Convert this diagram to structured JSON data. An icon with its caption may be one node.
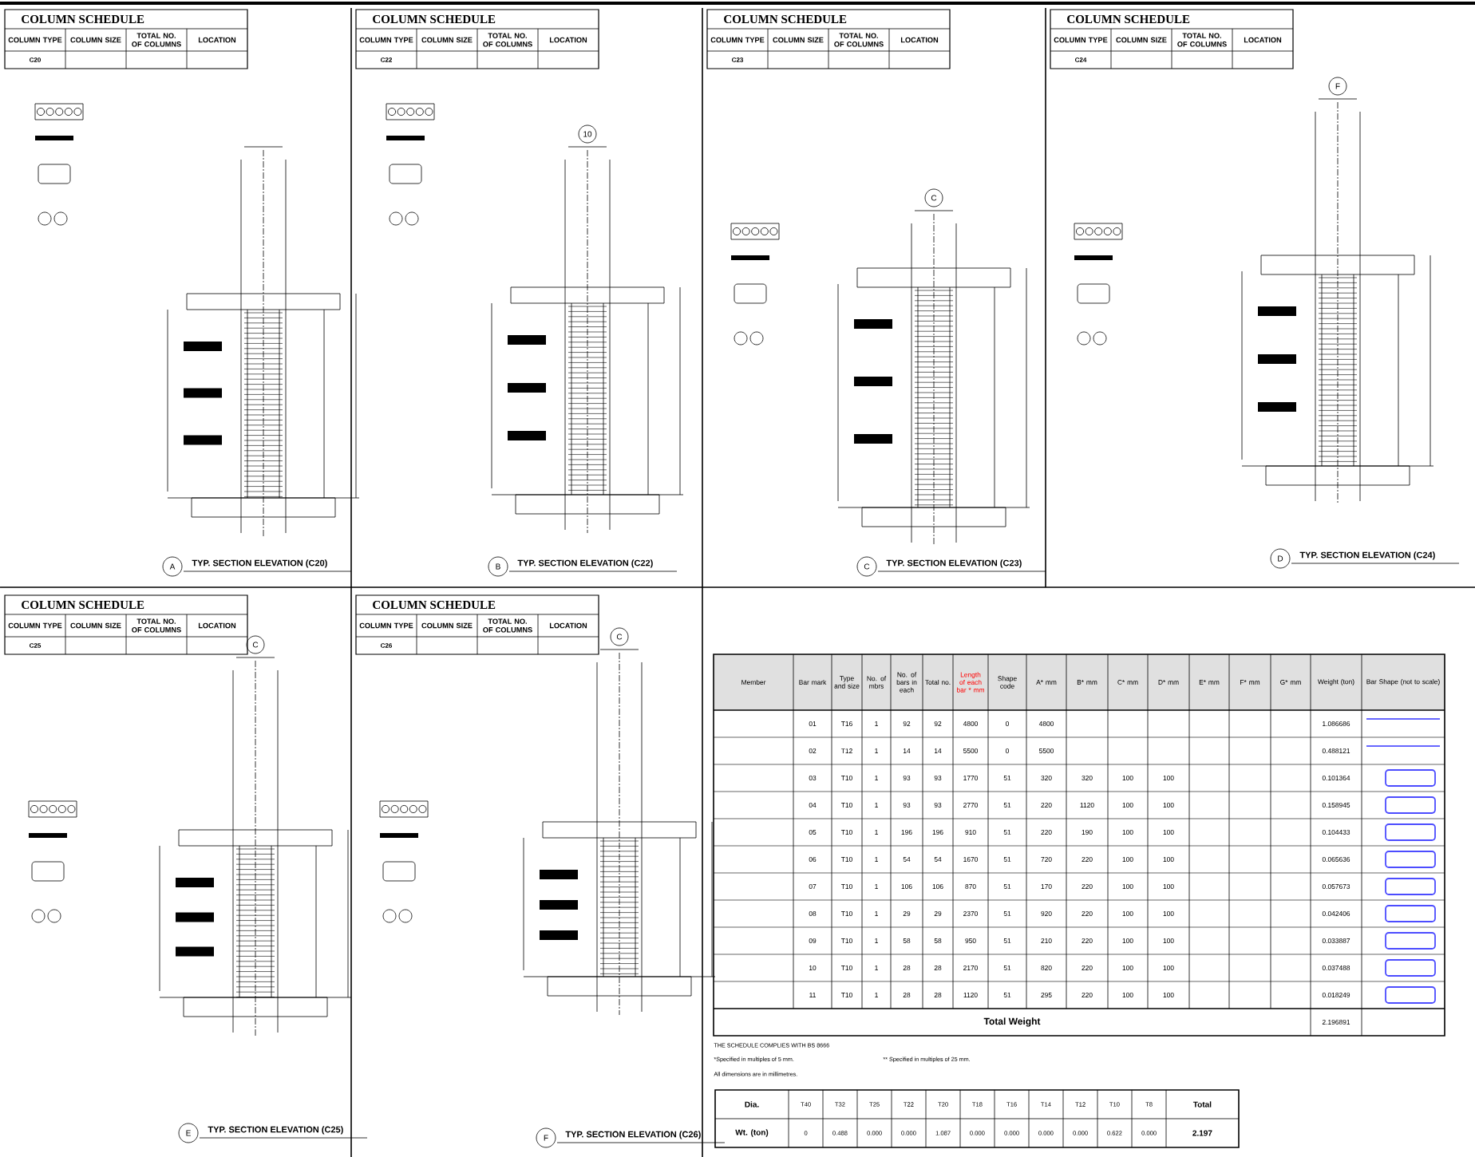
{
  "diagram": {
    "labels": [
      "COLUMN SCHEDULE",
      "COLUMN TYPE",
      "COLUMN SIZE",
      "TOTAL NO. OF COLUMNS",
      "LOCATION",
      "C20",
      "A",
      "TYP. SECTION ELEVATION (C20)",
      "COLUMN SCHEDULE",
      "COLUMN TYPE",
      "COLUMN SIZE",
      "TOTAL NO. OF COLUMNS",
      "LOCATION",
      "C22",
      "10",
      "B",
      "TYP. SECTION ELEVATION (C22)",
      "COLUMN SCHEDULE",
      "COLUMN TYPE",
      "COLUMN SIZE",
      "TOTAL NO. OF COLUMNS",
      "LOCATION",
      "C23",
      "C",
      "C",
      "TYP. SECTION ELEVATION (C23)",
      "COLUMN SCHEDULE",
      "COLUMN TYPE",
      "COLUMN SIZE",
      "TOTAL NO. OF COLUMNS",
      "LOCATION",
      "C24",
      "F",
      "D",
      "TYP. SECTION ELEVATION (C24)",
      "COLUMN SCHEDULE",
      "COLUMN TYPE",
      "COLUMN SIZE",
      "TOTAL NO. OF COLUMNS",
      "LOCATION",
      "C25",
      "C",
      "E",
      "TYP. SECTION ELEVATION (C25)",
      "COLUMN SCHEDULE",
      "COLUMN TYPE",
      "COLUMN SIZE",
      "TOTAL NO. OF COLUMNS",
      "LOCATION",
      "C26",
      "C",
      "F",
      "TYP. SECTION ELEVATION (C26)",
      "Member",
      "Bar mark",
      "Type and size",
      "No. of mbrs",
      "No. of bars in each",
      "Total no.",
      "Length of each bar * mm",
      "Shape code",
      "A* mm",
      "B* mm",
      "C* mm",
      "D* mm",
      "E* mm",
      "F* mm",
      "G* mm",
      "Weight (ton)",
      "Bar Shape (not to scale)",
      "01",
      "T16",
      "1",
      "92",
      "92",
      "4800",
      "0",
      "4800",
      "1.086686",
      "02",
      "T12",
      "1",
      "14",
      "14",
      "5500",
      "0",
      "5500",
      "0.488121",
      "03",
      "T10",
      "1",
      "93",
      "93",
      "1770",
      "51",
      "320",
      "320",
      "100",
      "100",
      "0.101364",
      "04",
      "T10",
      "1",
      "93",
      "93",
      "2770",
      "51",
      "220",
      "1120",
      "100",
      "100",
      "0.158945",
      "05",
      "T10",
      "1",
      "196",
      "196",
      "910",
      "51",
      "220",
      "190",
      "100",
      "100",
      "0.104433",
      "06",
      "T10",
      "1",
      "54",
      "54",
      "1670",
      "51",
      "720",
      "220",
      "100",
      "100",
      "0.065636",
      "07",
      "T10",
      "1",
      "106",
      "106",
      "870",
      "51",
      "170",
      "220",
      "100",
      "100",
      "0.057673",
      "08",
      "T10",
      "1",
      "29",
      "29",
      "2370",
      "51",
      "920",
      "220",
      "100",
      "100",
      "0.042406",
      "09",
      "T10",
      "1",
      "58",
      "58",
      "950",
      "51",
      "210",
      "220",
      "100",
      "100",
      "0.033887",
      "10",
      "T10",
      "1",
      "28",
      "28",
      "2170",
      "51",
      "820",
      "220",
      "100",
      "100",
      "0.037488",
      "11",
      "T10",
      "1",
      "28",
      "28",
      "1120",
      "51",
      "295",
      "220",
      "100",
      "100",
      "0.018249",
      "Total Weight",
      "2.196891",
      "THE SCHEDULE COMPLIES WITH BS 8666",
      "*Specified in multiples of 5 mm.",
      "** Specified in multiples of 25 mm.",
      "All dimensions are in millimetres.",
      "Dia.",
      "T40",
      "T32",
      "T25",
      "T22",
      "T20",
      "T18",
      "T16",
      "T14",
      "T12",
      "T10",
      "T8",
      "Total",
      "Wt. (ton)",
      "0",
      "0.488",
      "0.000",
      "0.000",
      "1.087",
      "0.000",
      "0.000",
      "0.000",
      "0.000",
      "0.622",
      "0.000",
      "2.197"
    ]
  }
}
